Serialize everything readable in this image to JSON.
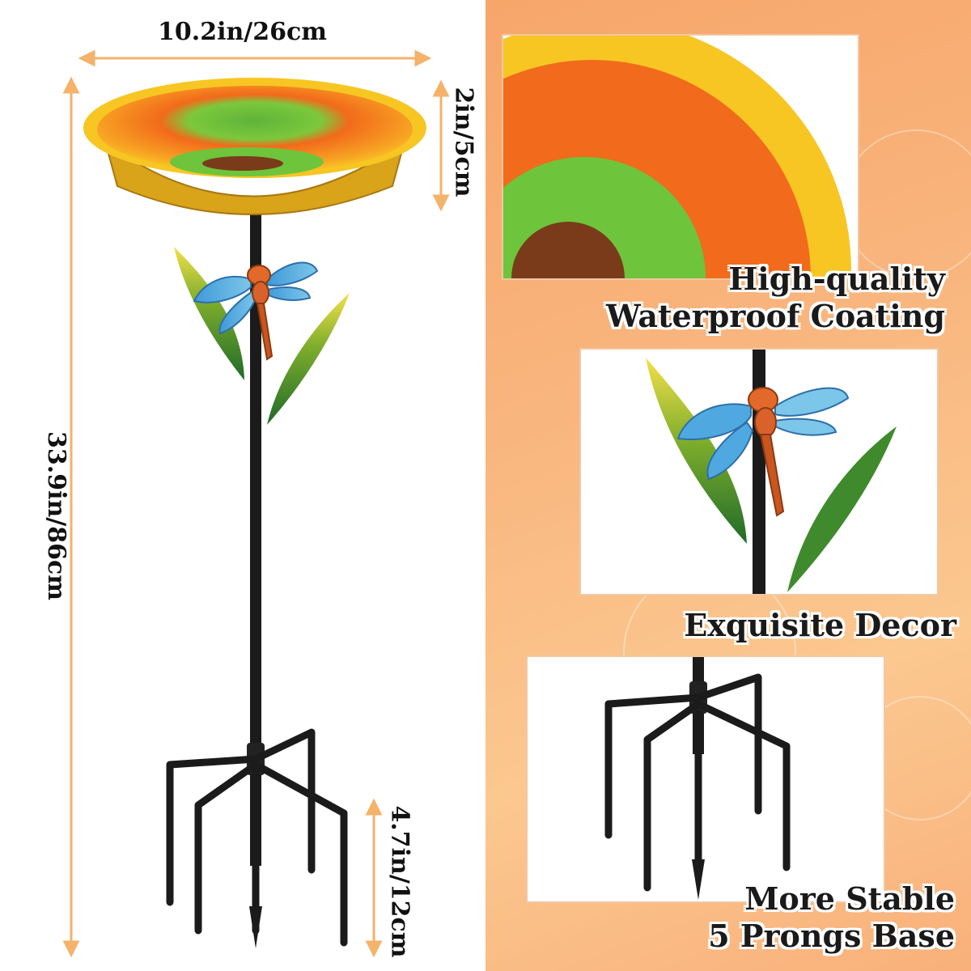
{
  "dimensions": {
    "width": "10.2in/26cm",
    "bowl_depth": "2in/5cm",
    "height": "33.9in/86cm",
    "prong_length": "4.7in/12cm"
  },
  "features": [
    {
      "line1": "High-quality",
      "line2": "Waterproof Coating"
    },
    {
      "line1": "Exquisite Decor",
      "line2": ""
    },
    {
      "line1": "More Stable",
      "line2": "5 Prongs Base"
    }
  ],
  "colors": {
    "arrow": "#f4b26a",
    "petal_orange": "#f26a1b",
    "petal_yellow": "#f7c623",
    "bowl_green": "#6ec43a",
    "pole": "#1b1b1b",
    "wing_blue": "#4fa9e0",
    "leaf_green": "#2f7a2b",
    "background_panel": "#f8b47c"
  }
}
